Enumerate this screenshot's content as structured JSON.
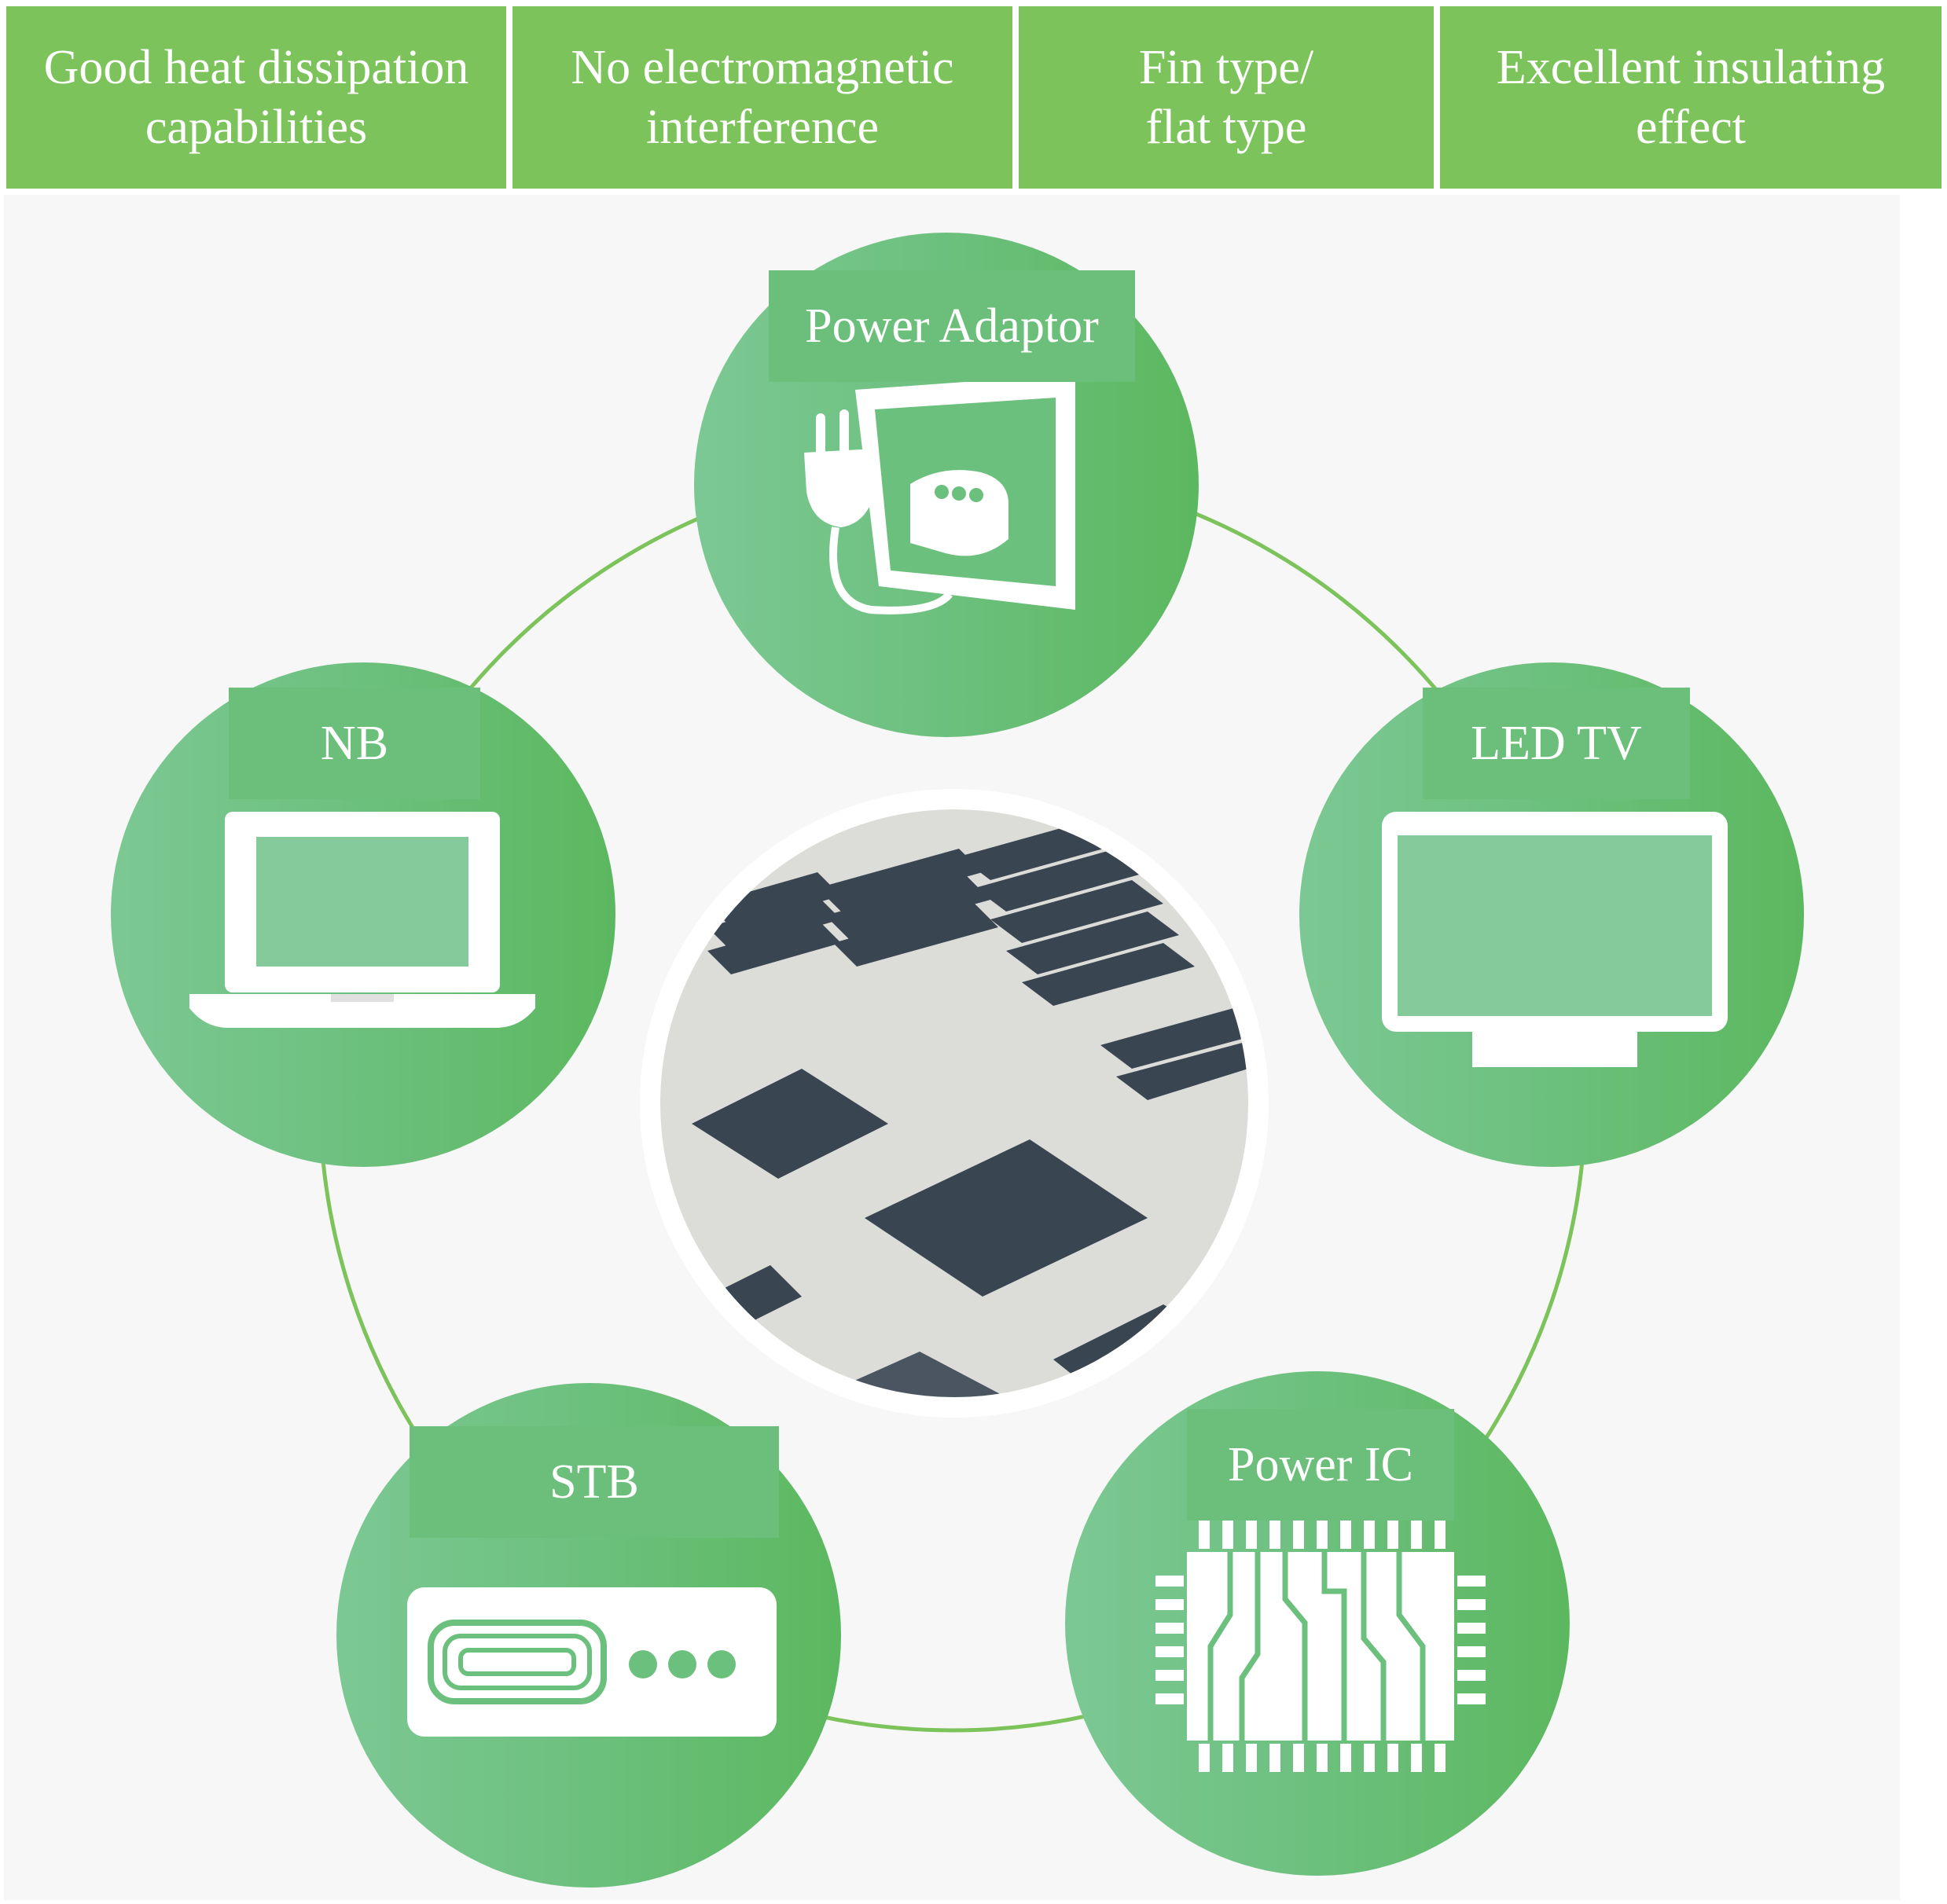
{
  "features": [
    "Good heat dissipation\ncapabilities",
    "No electromagnetic\ninterference",
    "Fin type/\nflat type",
    "Excellent insulating\neffect"
  ],
  "applications": {
    "power_adaptor": "Power Adaptor",
    "nb": "NB",
    "led_tv": "LED TV",
    "stb": "STB",
    "power_ic": "Power IC"
  },
  "colors": {
    "header_green": "#7cc35b",
    "node_green": "#6cc07d",
    "ring_line": "#7cc35b",
    "panel_bg": "#f6f7f6"
  },
  "icons": [
    "plug-socket-icon",
    "laptop-icon",
    "tv-monitor-icon",
    "set-top-box-icon",
    "chip-icon"
  ]
}
